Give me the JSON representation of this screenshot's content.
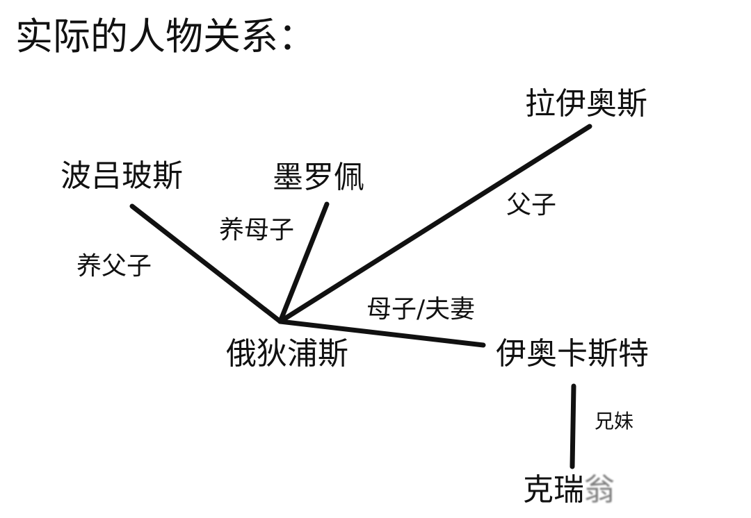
{
  "title": "实际的人物关系：",
  "people": {
    "laius": "拉伊奥斯",
    "polybus": "波吕玻斯",
    "merope": "墨罗佩",
    "oedipus": "俄狄浦斯",
    "jocasta": "伊奥卡斯特",
    "creon_visible": "克瑞",
    "creon_obscured": "翁"
  },
  "relations": {
    "polybus_oedipus": "养父子",
    "merope_oedipus": "养母子",
    "laius_oedipus": "父子",
    "jocasta_oedipus": "母子/夫妻",
    "jocasta_creon": "兄妹"
  },
  "colors": {
    "line": "#111111",
    "text": "#111111",
    "background": "#ffffff"
  }
}
